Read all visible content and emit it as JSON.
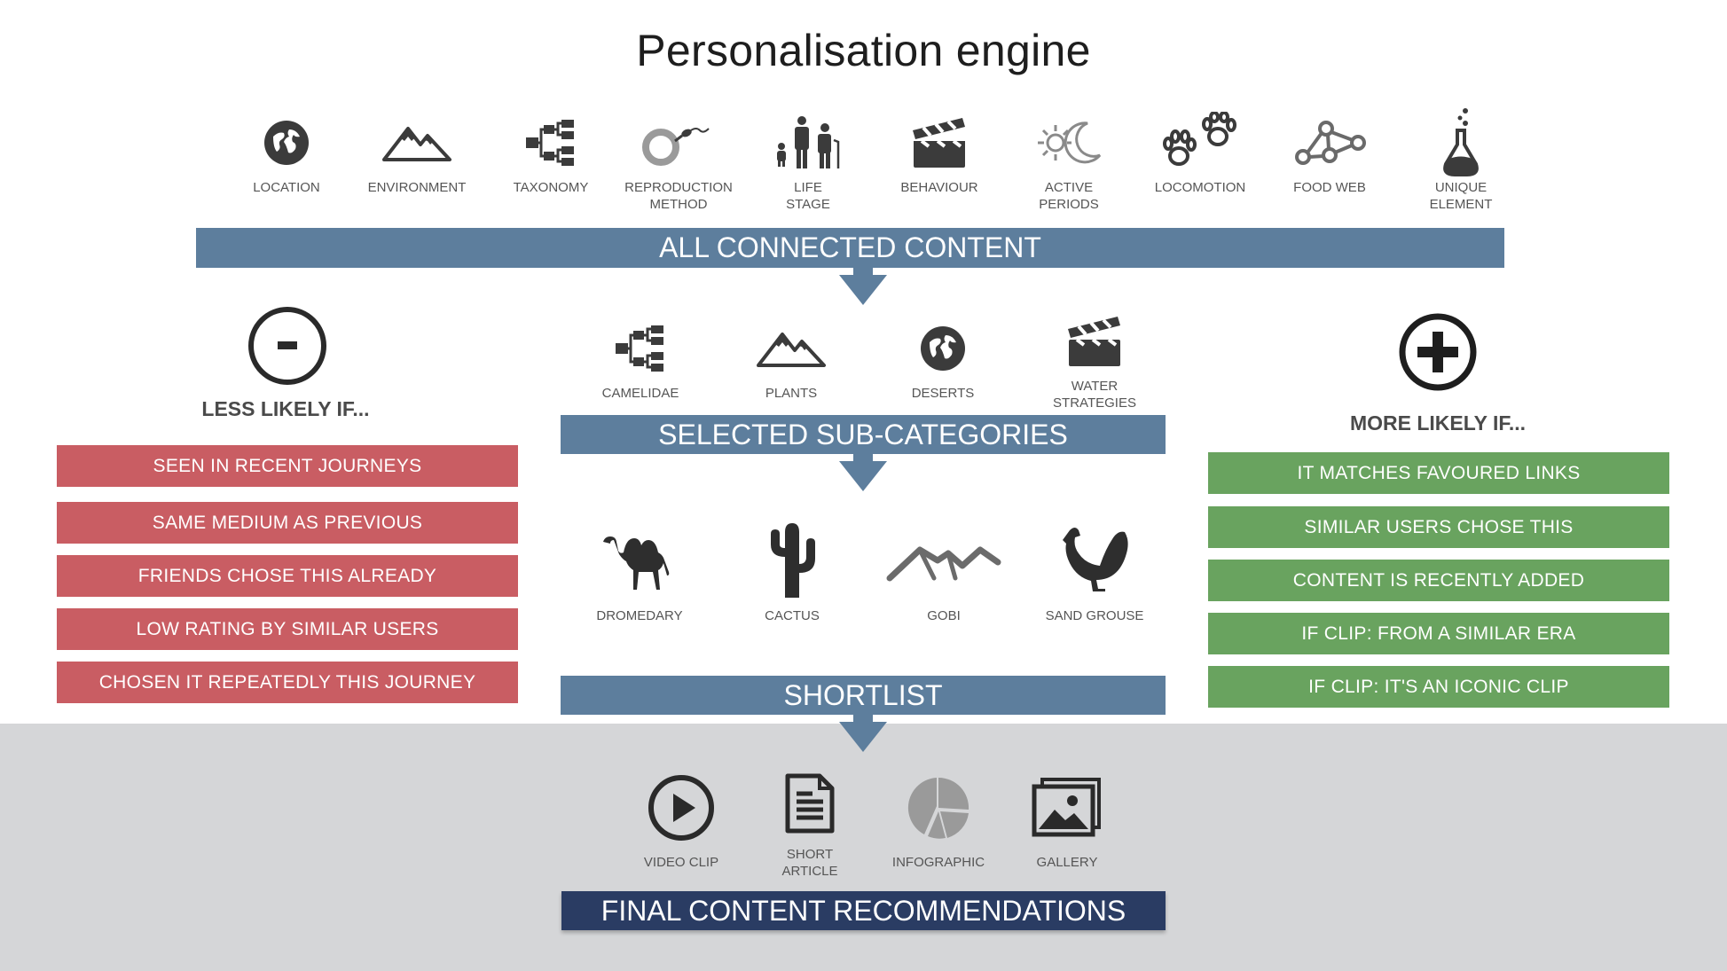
{
  "title": "Personalisation engine",
  "categories": [
    {
      "label": "LOCATION",
      "icon": "globe-icon"
    },
    {
      "label": "ENVIRONMENT",
      "icon": "mountains-icon"
    },
    {
      "label": "TAXONOMY",
      "icon": "hierarchy-icon"
    },
    {
      "label": "REPRODUCTION\nMETHOD",
      "icon": "egg-sperm-icon"
    },
    {
      "label": "LIFE\nSTAGE",
      "icon": "family-icon"
    },
    {
      "label": "BEHAVIOUR",
      "icon": "clapperboard-icon"
    },
    {
      "label": "ACTIVE\nPERIODS",
      "icon": "sun-moon-icon"
    },
    {
      "label": "LOCOMOTION",
      "icon": "paw-prints-icon"
    },
    {
      "label": "FOOD WEB",
      "icon": "network-icon"
    },
    {
      "label": "UNIQUE\nELEMENT",
      "icon": "flask-icon"
    }
  ],
  "all_connected": "ALL CONNECTED CONTENT",
  "less_likely": {
    "heading": "LESS LIKELY IF...",
    "icon": "minus-circle-icon",
    "items": [
      "SEEN IN RECENT JOURNEYS",
      "SAME MEDIUM AS PREVIOUS",
      "FRIENDS CHOSE THIS ALREADY",
      "LOW RATING BY SIMILAR USERS",
      "CHOSEN IT REPEATEDLY THIS JOURNEY"
    ],
    "color": "#c95d63"
  },
  "more_likely": {
    "heading": "MORE LIKELY IF...",
    "icon": "plus-circle-icon",
    "items": [
      "IT MATCHES FAVOURED LINKS",
      "SIMILAR USERS CHOSE THIS",
      "CONTENT IS RECENTLY ADDED",
      "IF CLIP: FROM A SIMILAR ERA",
      "IF CLIP: IT'S AN ICONIC CLIP"
    ],
    "color": "#69a35f"
  },
  "subcategories": [
    {
      "label": "CAMELIDAE",
      "icon": "hierarchy-icon"
    },
    {
      "label": "PLANTS",
      "icon": "mountains-icon"
    },
    {
      "label": "DESERTS",
      "icon": "globe-icon"
    },
    {
      "label": "WATER\nSTRATEGIES",
      "icon": "clapperboard-icon"
    }
  ],
  "selected_sub": "SELECTED SUB-CATEGORIES",
  "shortlist_items": [
    {
      "label": "DROMEDARY",
      "icon": "camel-icon"
    },
    {
      "label": "CACTUS",
      "icon": "cactus-icon"
    },
    {
      "label": "GOBI",
      "icon": "gobi-mountains-icon"
    },
    {
      "label": "SAND GROUSE",
      "icon": "grouse-icon"
    }
  ],
  "shortlist": "SHORTLIST",
  "formats": [
    {
      "label": "VIDEO CLIP",
      "icon": "play-icon"
    },
    {
      "label": "SHORT\nARTICLE",
      "icon": "document-icon"
    },
    {
      "label": "INFOGRAPHIC",
      "icon": "pie-chart-icon"
    },
    {
      "label": "GALLERY",
      "icon": "gallery-icon"
    }
  ],
  "final": "FINAL CONTENT RECOMMENDATIONS",
  "colors": {
    "blue_bar": "#5d7e9d",
    "final_bar": "#2a3c63",
    "background_band": "#d5d6d8",
    "icon": "#3b3b3b"
  }
}
